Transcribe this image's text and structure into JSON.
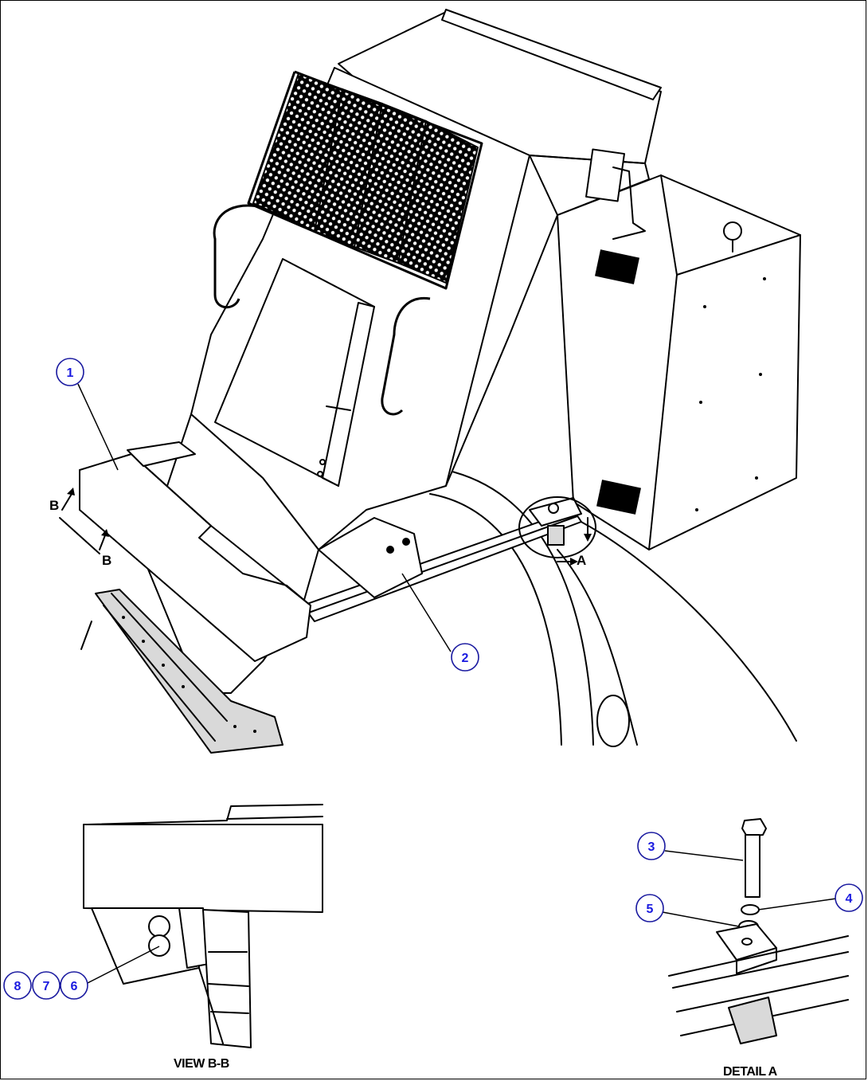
{
  "callouts": {
    "c1": "1",
    "c2": "2",
    "c3": "3",
    "c4": "4",
    "c5": "5",
    "c6": "6",
    "c7": "7",
    "c8": "8"
  },
  "section_marks": {
    "b_top": "B",
    "b_bottom": "B",
    "a": "A"
  },
  "captions": {
    "view_bb": "VIEW B-B",
    "detail_a": "DETAIL A"
  },
  "colors": {
    "line": "#000000",
    "callout_text": "#1a1ae0",
    "background": "#ffffff"
  }
}
